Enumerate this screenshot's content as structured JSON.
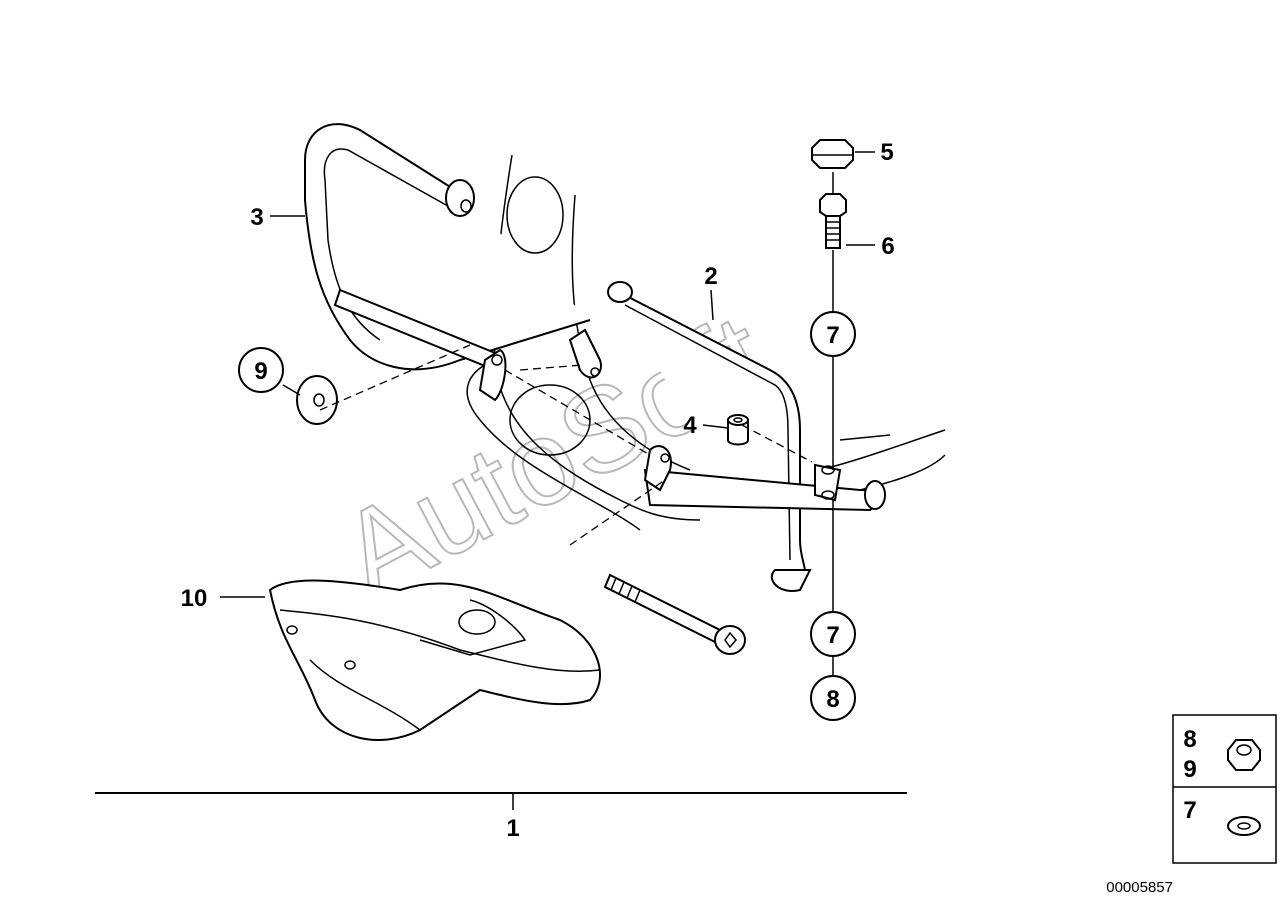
{
  "diagram_id": "00005857",
  "watermark": "AutoSoft",
  "parts": {
    "p1": "1",
    "p2": "2",
    "p3": "3",
    "p4": "4",
    "p5": "5",
    "p6": "6",
    "p7_upper": "7",
    "p7_lower": "7",
    "p8": "8",
    "p9": "9",
    "p10": "10"
  },
  "legend": {
    "nut_labels": [
      "8",
      "9"
    ],
    "washer_labels": [
      "7"
    ]
  }
}
